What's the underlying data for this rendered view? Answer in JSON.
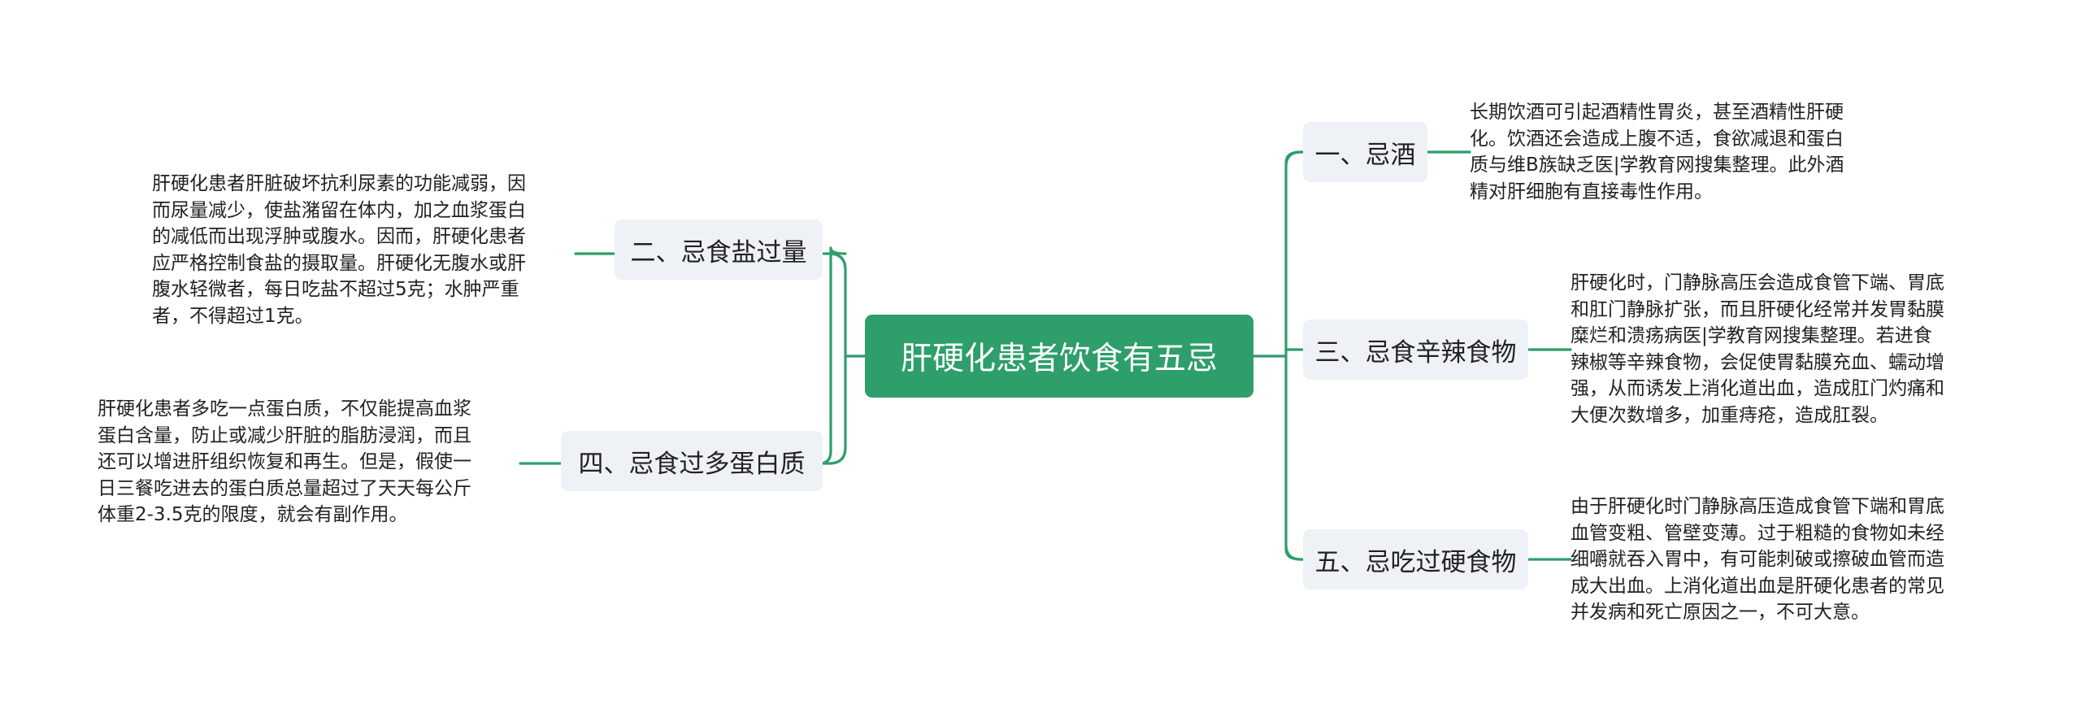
{
  "root": {
    "label": "肝硬化患者饮食有五忌"
  },
  "branches": [
    {
      "id": "b1",
      "label": "一、忌酒",
      "note_lines": [
        "长期饮酒可引起酒精性胃炎，甚至酒精性肝硬",
        "化。饮酒还会造成上腹不适，食欲减退和蛋白",
        "质与维B族缺乏医|学教育网搜集整理。此外酒",
        "精对肝细胞有直接毒性作用。"
      ]
    },
    {
      "id": "b2",
      "label": "二、忌食盐过量",
      "note_lines": [
        "肝硬化患者肝脏破坏抗利尿素的功能减弱，因",
        "而尿量减少，使盐潴留在体内，加之血浆蛋白",
        "的减低而出现浮肿或腹水。因而，肝硬化患者",
        "应严格控制食盐的摄取量。肝硬化无腹水或肝",
        "腹水轻微者，每日吃盐不超过5克；水肿严重",
        "者，不得超过1克。"
      ]
    },
    {
      "id": "b3",
      "label": "三、忌食辛辣食物",
      "note_lines": [
        "肝硬化时，门静脉高压会造成食管下端、胃底",
        "和肛门静脉扩张，而且肝硬化经常并发胃黏膜",
        "糜烂和溃疡病医|学教育网搜集整理。若进食",
        "辣椒等辛辣食物，会促使胃黏膜充血、蠕动增",
        "强，从而诱发上消化道出血，造成肛门灼痛和",
        "大便次数增多，加重痔疮，造成肛裂。"
      ]
    },
    {
      "id": "b4",
      "label": "四、忌食过多蛋白质",
      "note_lines": [
        "肝硬化患者多吃一点蛋白质，不仅能提高血浆",
        "蛋白含量，防止或减少肝脏的脂肪浸润，而且",
        "还可以增进肝组织恢复和再生。但是，假使一",
        "日三餐吃进去的蛋白质总量超过了天天每公斤",
        "体重2-3.5克的限度，就会有副作用。"
      ]
    },
    {
      "id": "b5",
      "label": "五、忌吃过硬食物",
      "note_lines": [
        "由于肝硬化时门静脉高压造成食管下端和胃底",
        "血管变粗、管壁变薄。过于粗糙的食物如未经",
        "细嚼就吞入胃中，有可能刺破或擦破血管而造",
        "成大出血。上消化道出血是肝硬化患者的常见",
        "并发病和死亡原因之一，不可大意。"
      ]
    }
  ],
  "colors": {
    "root_fill": "#2e9e6b",
    "root_text": "#ffffff",
    "topic_fill": "#eef2f6",
    "connector": "#2e9e6b",
    "text": "#222222"
  }
}
